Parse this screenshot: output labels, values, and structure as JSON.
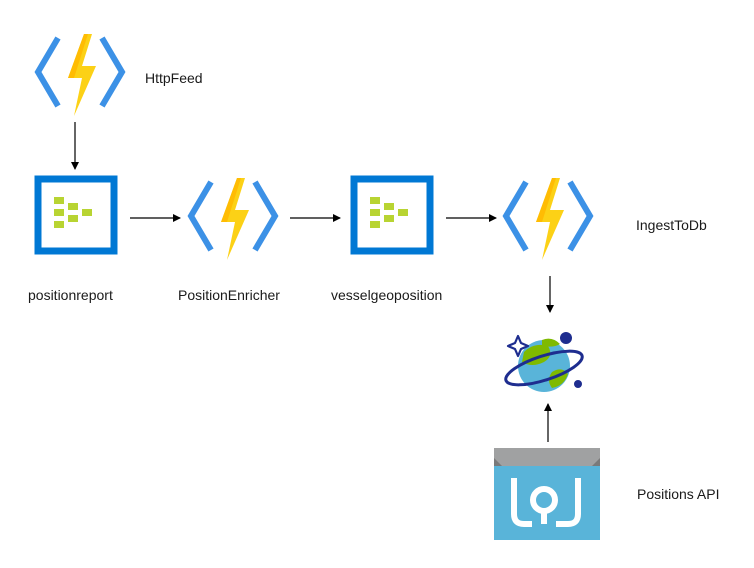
{
  "nodes": {
    "http_feed": {
      "label": "HttpFeed",
      "icon": "azure-function-icon"
    },
    "position_report": {
      "label": "positionreport",
      "icon": "event-hub-icon"
    },
    "position_enricher": {
      "label": "PositionEnricher",
      "icon": "azure-function-icon"
    },
    "vessel_geo_position": {
      "label": "vesselgeoposition",
      "icon": "event-hub-icon"
    },
    "ingest_to_db": {
      "label": "IngestToDb",
      "icon": "azure-function-icon"
    },
    "cosmos_db": {
      "label": "",
      "icon": "cosmos-db-icon"
    },
    "positions_api": {
      "label": "Positions API",
      "icon": "api-management-icon"
    }
  },
  "colors": {
    "function_bracket": "#3c91e6",
    "function_bolt": "#fcd116",
    "function_bolt_shade": "#ffb900",
    "event_hub_frame": "#0078d4",
    "event_hub_blocks": "#b8d432",
    "api_body": "#59b4d9",
    "api_header": "#a0a1a2",
    "cosmos_orbit": "#1e2d8f",
    "cosmos_globe": "#59b4d9",
    "cosmos_land": "#7fba00",
    "arrow": "#000000"
  }
}
